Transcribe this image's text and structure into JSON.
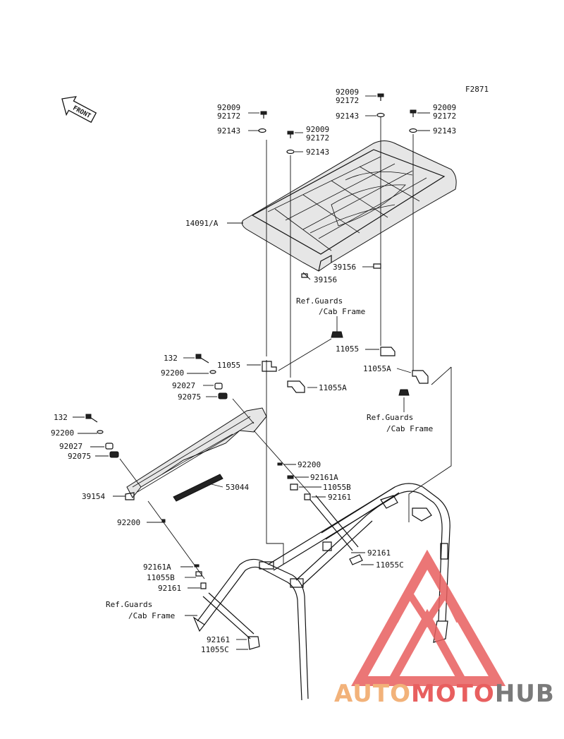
{
  "figure_code": "F2871",
  "front_arrow_label": "FRONT",
  "labels": {
    "l_92009_a": "92009",
    "l_92172_a": "92172",
    "l_92143_a": "92143",
    "l_92009_b": "92009",
    "l_92172_b": "92172",
    "l_92143_b": "92143",
    "l_92009_c": "92009",
    "l_92172_c": "92172",
    "l_92143_c": "92143",
    "l_92009_d": "92009",
    "l_92172_d": "92172",
    "l_92143_d": "92143",
    "l_14091": "14091/A",
    "l_39156_a": "39156",
    "l_39156_b": "39156",
    "l_ref1_a": "Ref.Guards",
    "l_ref1_b": "/Cab Frame",
    "l_11055_a": "11055",
    "l_11055_b": "11055",
    "l_11055A_a": "11055A",
    "l_11055A_b": "11055A",
    "l_ref2_a": "Ref.Guards",
    "l_ref2_b": "/Cab Frame",
    "l_132_a": "132",
    "l_92200_a": "92200",
    "l_92027_a": "92027",
    "l_92075_a": "92075",
    "l_132_b": "132",
    "l_92200_b": "92200",
    "l_92027_b": "92027",
    "l_92075_b": "92075",
    "l_92200_c": "92200",
    "l_92161A_a": "92161A",
    "l_11055B_a": "11055B",
    "l_92161_a": "92161",
    "l_53044": "53044",
    "l_39154": "39154",
    "l_92200_d": "92200",
    "l_92161_b": "92161",
    "l_11055C_a": "11055C",
    "l_92161A_b": "92161A",
    "l_11055B_b": "11055B",
    "l_92161_c": "92161",
    "l_ref3_a": "Ref.Guards",
    "l_ref3_b": "/Cab Frame",
    "l_92161_d": "92161",
    "l_11055C_b": "11055C"
  },
  "watermark": {
    "part1": "AUTO",
    "part2": "MOTO",
    "part3": "HUB",
    "color_triangle": "#e85f5f",
    "color_a": "#f2b27a",
    "color_c": "#7a7a7a"
  }
}
